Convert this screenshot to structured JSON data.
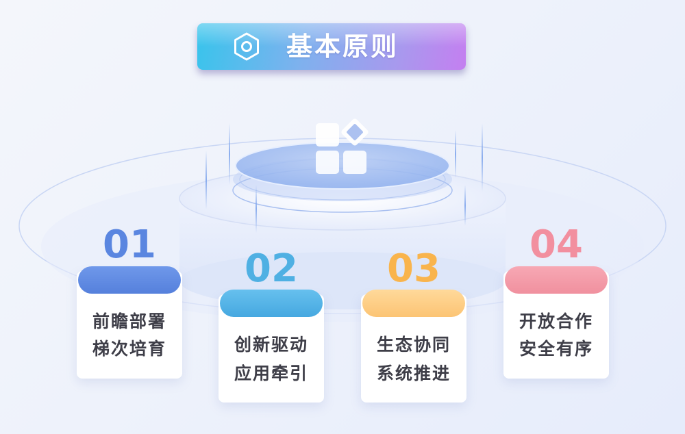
{
  "title": "基本原则",
  "principles": [
    {
      "number": "01",
      "line1": "前瞻部署",
      "line2": "梯次培育",
      "color": "#5a86e0"
    },
    {
      "number": "02",
      "line1": "创新驱动",
      "line2": "应用牵引",
      "color": "#4fb0e3"
    },
    {
      "number": "03",
      "line1": "生态协同",
      "line2": "系统推进",
      "color": "#f9b44c"
    },
    {
      "number": "04",
      "line1": "开放合作",
      "line2": "安全有序",
      "color": "#f28f9f"
    }
  ],
  "icons": {
    "title": "hexagon-nut-icon",
    "center": "app-grid-icon"
  }
}
